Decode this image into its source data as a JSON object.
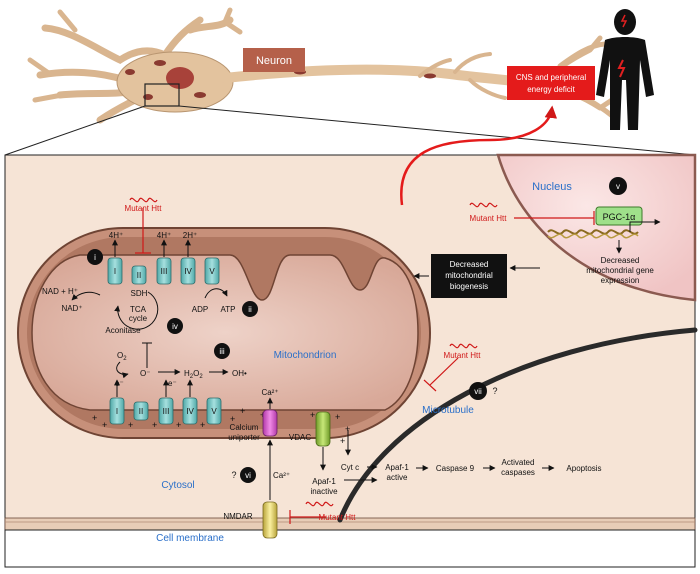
{
  "neuron_label": "Neuron",
  "energy_deficit": [
    "CNS and peripheral",
    "energy deficit"
  ],
  "nucleus_label": "Nucleus",
  "mitochondrion_label": "Mitochondrion",
  "microtubule_label": "Microtubule",
  "cytosol_label": "Cytosol",
  "cell_membrane_label": "Cell membrane",
  "mutant_htt": "Mutant Htt",
  "pgc1a": "PGC-1α",
  "decreased_biogenesis": [
    "Decreased",
    "mitochondrial",
    "biogenesis"
  ],
  "decreased_expression": [
    "Decreased",
    "mitochondrial gene",
    "expression"
  ],
  "complexes": {
    "c1": "I",
    "c2": "II",
    "c3": "III",
    "c4": "IV",
    "c5": "V"
  },
  "steps": {
    "i": "i",
    "ii": "ii",
    "iii": "iii",
    "iv": "iv",
    "v": "v",
    "vi": "vi",
    "vii": "vii"
  },
  "question_mark": "?",
  "labels": {
    "h4_a": "4H⁺",
    "h4_b": "4H⁺",
    "h2": "2H⁺",
    "nad": "NAD + H⁺",
    "nad_plus": "NAD⁺",
    "sdh": "SDH",
    "tca": [
      "TCA",
      "cycle"
    ],
    "aconitase": "Aconitase",
    "adp": "ADP",
    "atp": "ATP",
    "o2": "O",
    "o2_sub": "2",
    "e_minus_1": "e⁻",
    "e_minus_2": "e⁻",
    "superoxide": "O⁻",
    "h2o2": "H",
    "h2o2_rest": "O",
    "oh": "OH•",
    "ca_top": "Ca²⁺",
    "ca_bottom": "Ca²⁺",
    "calcium_uniporter": [
      "Calcium",
      "uniporter"
    ],
    "vdac": "VDAC",
    "cyt_c": "Cyt c",
    "apaf_inactive": [
      "Apaf-1",
      "inactive"
    ],
    "apaf_active": [
      "Apaf-1",
      "active"
    ],
    "caspase9": "Caspase 9",
    "activated_caspases": [
      "Activated",
      "caspases"
    ],
    "apoptosis": "Apoptosis",
    "nmdar": "NMDAR"
  },
  "colors": {
    "cytoplasm": "#f6e4d6",
    "nucleus": "#f3cfcf",
    "mito_outer": "#a06a55",
    "mito_matrix": "#e5bfb3",
    "complex": "#7fcac9",
    "red": "#d01818",
    "blue": "#2a6fc9",
    "black_box": "#111111",
    "neuron_label_bg": "#b5604a"
  }
}
